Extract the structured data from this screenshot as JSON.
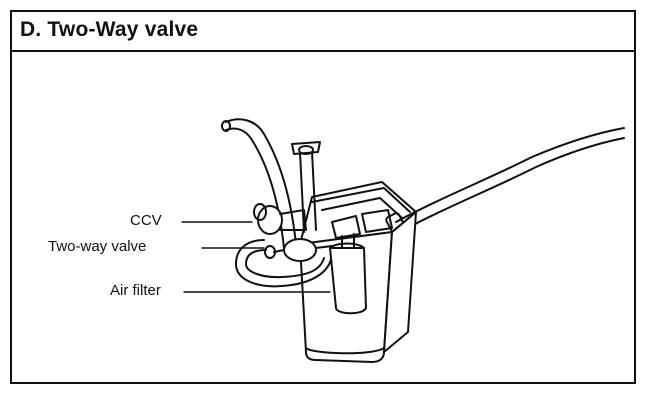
{
  "header": {
    "title": "D. Two-Way valve"
  },
  "diagram": {
    "labels": {
      "ccv": "CCV",
      "two_way_valve": "Two-way valve",
      "air_filter": "Air filter"
    }
  }
}
